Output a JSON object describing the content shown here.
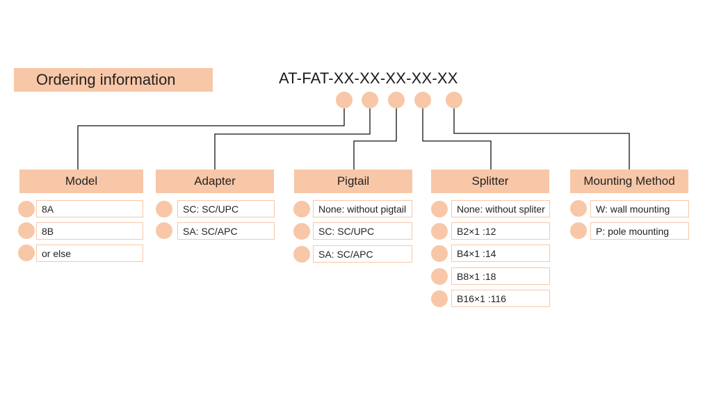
{
  "title": "Ordering information",
  "code": "AT-FAT-XX-XX-XX-XX-XX",
  "colors": {
    "accent": "#f8c7a7",
    "line": "#111111"
  },
  "categories": [
    {
      "label": "Model",
      "options": [
        "8A",
        "8B",
        "or else"
      ]
    },
    {
      "label": "Adapter",
      "options": [
        "SC: SC/UPC",
        "SA: SC/APC"
      ]
    },
    {
      "label": "Pigtail",
      "options": [
        "None: without pigtail",
        "SC: SC/UPC",
        "SA: SC/APC"
      ]
    },
    {
      "label": "Splitter",
      "options": [
        "None: without spliter",
        "B2×1 :12",
        "B4×1 :14",
        "B8×1 :18",
        "B16×1 :116"
      ]
    },
    {
      "label": "Mounting Method",
      "options": [
        "W: wall mounting",
        "P: pole mounting"
      ]
    }
  ]
}
